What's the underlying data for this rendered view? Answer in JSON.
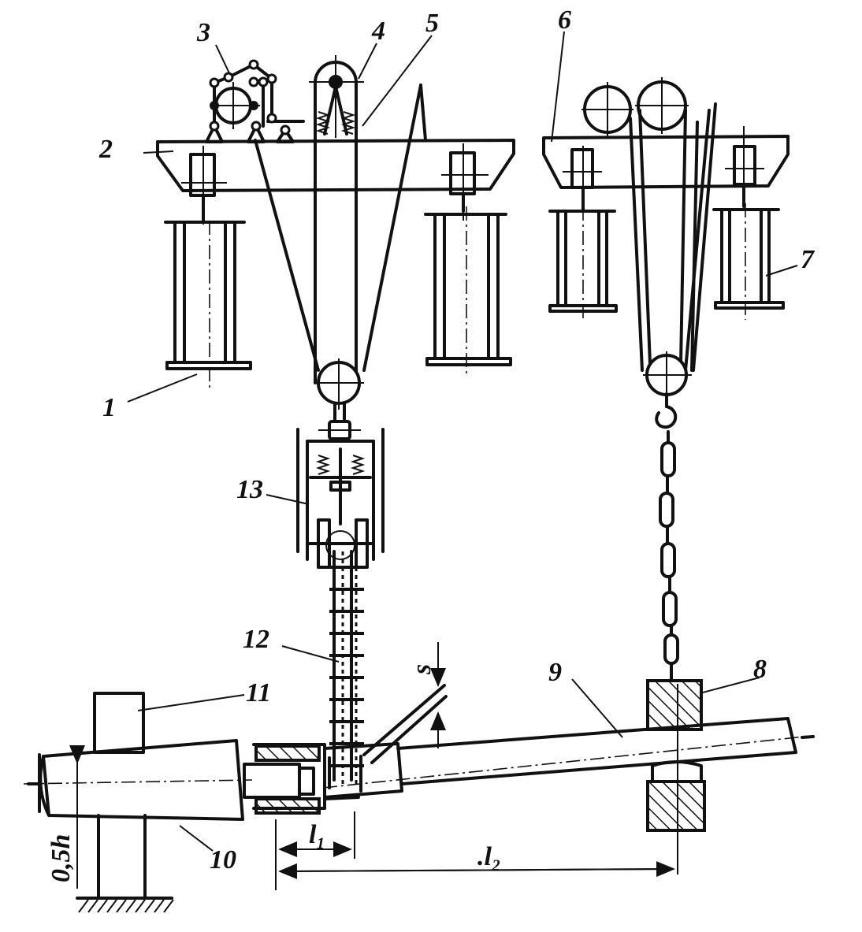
{
  "labels": {
    "n1": "1",
    "n2": "2",
    "n3": "3",
    "n4": "4",
    "n5": "5",
    "n6": "6",
    "n7": "7",
    "n8": "8",
    "n9": "9",
    "n10": "10",
    "n11": "11",
    "n12": "12",
    "n13": "13",
    "s": "s",
    "l1": "l₁",
    "l2": ".l₂",
    "half_h": "0,5h"
  }
}
